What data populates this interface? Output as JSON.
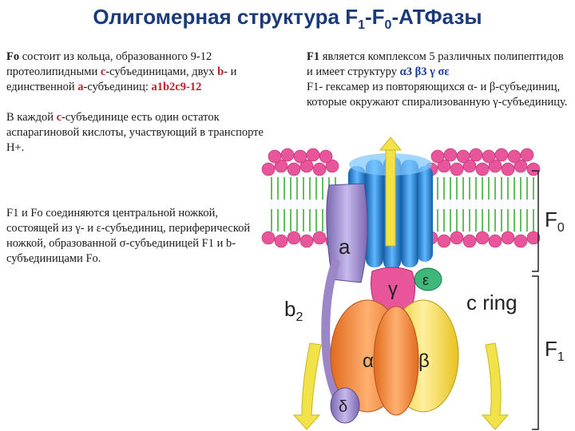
{
  "title": {
    "main": "Олигомерная структура F",
    "sub1": "1",
    "mid": "-F",
    "sub0": "0",
    "tail": "-АТФазы"
  },
  "f0_block": {
    "subject": "Fo",
    "line1": " состоит из кольца, образованного 9-12 протеолипидными ",
    "c1": "c",
    "line1b": "-субъединицами, двух ",
    "b_letter": "b",
    "line1c": "- и единственной ",
    "a_letter": "a",
    "line1d": "-субъединиц: ",
    "formula": "a1b2c9-12",
    "para2a": "В каждой ",
    "c2": "c",
    "para2b": "-субъединице есть один остаток аспарагиновой кислоты, участвующий в транспорте H+."
  },
  "f1_block": {
    "subject": "F1",
    "text1": " является комплексом 5 различных полипептидов и имеет структуру ",
    "formula": "α3 β3 γ σε",
    "text2": "F1- гексамер из повторяющихся α- и β-субъединиц, которые окружают спирализованную γ-субъединицу."
  },
  "stalk_block": {
    "text": "F1 и Fo соединяются центральной ножкой, состоящей из γ- и ε-субъединиц, периферической ножкой, образованной σ-субъединицей F1 и b-субъединицами Fo."
  },
  "diagram": {
    "label_a": "a",
    "label_b2": "b",
    "label_b2_sub": "2",
    "label_gamma": "γ",
    "label_epsilon": "ε",
    "label_c_ring": "c ring",
    "label_alpha": "α",
    "label_beta": "β",
    "label_delta": "δ",
    "label_f0": "F",
    "label_f0_sub": "0",
    "label_f1": "F",
    "label_f1_sub": "1"
  },
  "colors": {
    "title": "#1a3a7a",
    "membrane_head": "#e8559a",
    "lipid_tail": "#3fae3f",
    "c_ring": "#2a8fd6",
    "subunit_a": "#9b86c8",
    "gamma": "#e8559a",
    "epsilon": "#3fb77a",
    "alpha": "#f0883a",
    "beta": "#f3d84a",
    "delta": "#9b86c8",
    "arrow": "#f2e24a"
  }
}
